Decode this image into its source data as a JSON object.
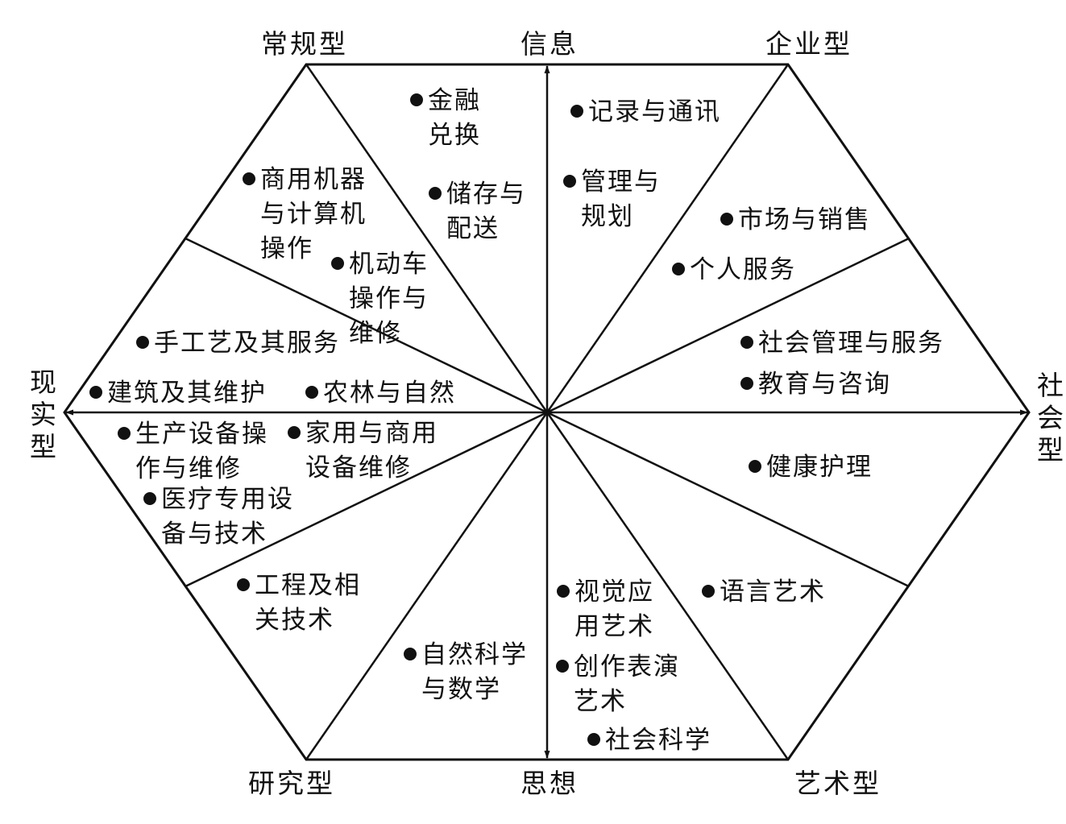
{
  "colors": {
    "ink": "#111111",
    "background": "#ffffff"
  },
  "corners": {
    "top_left": "常规型",
    "top_right": "企业型",
    "right": [
      "社",
      "会",
      "型"
    ],
    "bottom_right": "艺术型",
    "bottom_left": "研究型",
    "left": [
      "现",
      "实",
      "型"
    ]
  },
  "axes": {
    "top": "信息",
    "bottom": "思想"
  },
  "items": [
    {
      "lines": [
        "金融",
        "兑换"
      ]
    },
    {
      "lines": [
        "储存与",
        "配送"
      ]
    },
    {
      "lines": [
        "记录与通讯"
      ]
    },
    {
      "lines": [
        "管理与",
        "规划"
      ]
    },
    {
      "lines": [
        "商用机器",
        "与计算机",
        "操作"
      ]
    },
    {
      "lines": [
        "机动车",
        "操作与",
        "维修"
      ]
    },
    {
      "lines": [
        "市场与销售"
      ]
    },
    {
      "lines": [
        "个人服务"
      ]
    },
    {
      "lines": [
        "手工艺及其服务"
      ]
    },
    {
      "lines": [
        "社会管理与服务"
      ]
    },
    {
      "lines": [
        "建筑及其维护"
      ]
    },
    {
      "lines": [
        "农林与自然"
      ]
    },
    {
      "lines": [
        "教育与咨询"
      ]
    },
    {
      "lines": [
        "生产设备操",
        "作与维修"
      ]
    },
    {
      "lines": [
        "家用与商用",
        "设备维修"
      ]
    },
    {
      "lines": [
        "健康护理"
      ]
    },
    {
      "lines": [
        "医疗专用设",
        "备与技术"
      ]
    },
    {
      "lines": [
        "工程及相",
        "关技术"
      ]
    },
    {
      "lines": [
        "视觉应",
        "用艺术"
      ]
    },
    {
      "lines": [
        "语言艺术"
      ]
    },
    {
      "lines": [
        "自然科学",
        "与数学"
      ]
    },
    {
      "lines": [
        "创作表演",
        "艺术"
      ]
    },
    {
      "lines": [
        "社会科学"
      ]
    }
  ]
}
